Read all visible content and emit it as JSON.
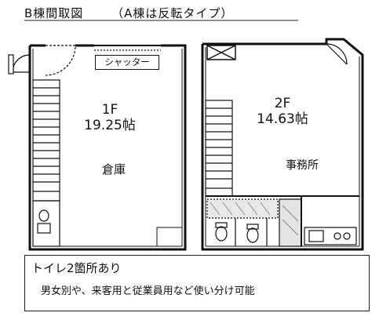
{
  "header": {
    "title": "B棟間取図",
    "subtitle": "（A棟は反転タイプ）"
  },
  "floor1": {
    "floor": "1F",
    "area": "19.25帖",
    "room": "倉庫",
    "shutter_label": "シャッター"
  },
  "floor2": {
    "floor": "2F",
    "area": "14.63帖",
    "room": "事務所"
  },
  "notes": {
    "line1": "トイレ2箇所あり",
    "line2": "男女別や、来客用と従業員用など使い分け可能"
  }
}
